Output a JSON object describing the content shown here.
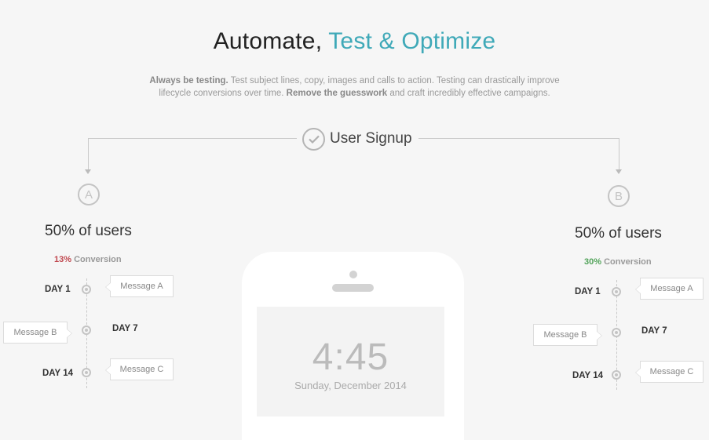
{
  "heading": {
    "part1": "Automate,",
    "part2": "Test & Optimize"
  },
  "subtitle": {
    "b1": "Always be testing.",
    "t1": " Test subject lines, copy, images and calls to action. Testing can drastically improve lifecycle conversions over time. ",
    "b2": "Remove the guesswork",
    "t2": " and craft incredibly effective campaigns."
  },
  "flow": {
    "root_label": "User Signup",
    "root_icon": "check-circle-icon"
  },
  "variants": [
    {
      "letter": "A",
      "users": "50% of users",
      "conversion_pct": "13%",
      "conversion_label": " Conversion",
      "days": [
        "DAY 1",
        "DAY 7",
        "DAY 14"
      ],
      "messages": [
        "Message A",
        "Message B",
        "Message C"
      ]
    },
    {
      "letter": "B",
      "users": "50% of users",
      "conversion_pct": "30%",
      "conversion_label": " Conversion",
      "days": [
        "DAY 1",
        "DAY 7",
        "DAY 14"
      ],
      "messages": [
        "Message A",
        "Message B",
        "Message C"
      ]
    }
  ],
  "phone": {
    "time": "4:45",
    "date": "Sunday, December 2014"
  },
  "colors": {
    "accent": "#3fa9b8",
    "conversion_a": "#c0474e",
    "conversion_b": "#52a35a"
  }
}
